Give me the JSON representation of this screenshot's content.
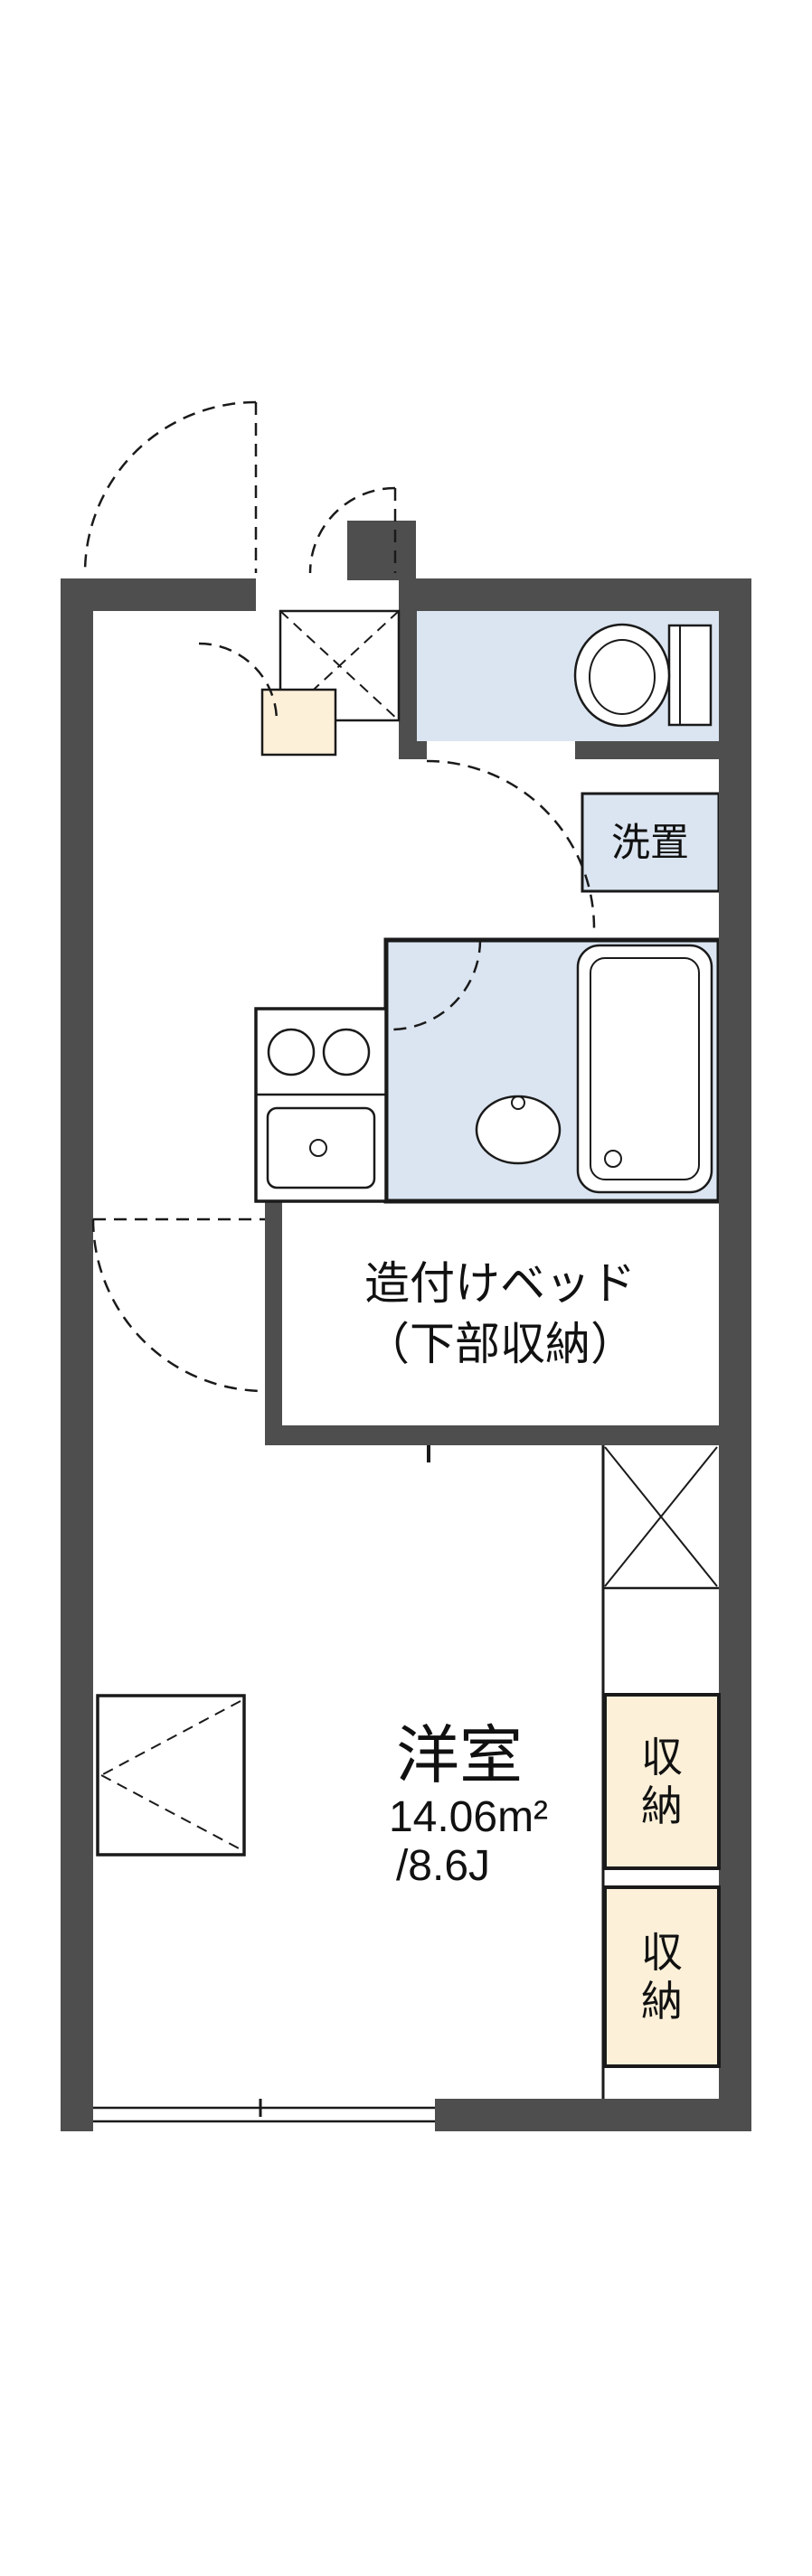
{
  "colors": {
    "bg": "#ffffff",
    "wall": "#4e4e4e",
    "line": "#1a1a1a",
    "water": "#dbe5f1",
    "cream": "#fcf0d8",
    "text": "#111111"
  },
  "labels": {
    "washer": "洗置",
    "bed_line1": "造付けベッド",
    "bed_line2": "（下部収納）",
    "room_name": "洋室",
    "room_area": "14.06m²",
    "room_tatami": "/8.6J",
    "storage_upper_char1": "収",
    "storage_upper_char2": "納",
    "storage_lower_char1": "収",
    "storage_lower_char2": "納"
  }
}
